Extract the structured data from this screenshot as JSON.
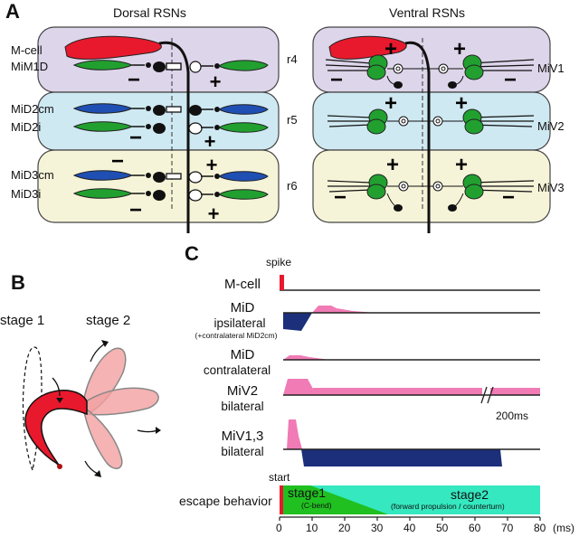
{
  "panel_a": {
    "letter": "A",
    "left_title": "Dorsal RSNs",
    "right_title": "Ventral RSNs",
    "left_labels": [
      [
        "M-cell",
        "MiM1D"
      ],
      [
        "MiD2cm",
        "MiD2i"
      ],
      [
        "MiD3cm",
        "MiD3i"
      ]
    ],
    "segments": [
      "r4",
      "r5",
      "r6"
    ],
    "ventral_labels": [
      "MiV1",
      "MiV2",
      "MiV3"
    ],
    "colors": {
      "r4": "#ddd5ea",
      "r5": "#cfe9f2",
      "r6": "#f6f4d8",
      "mcell": "#e8192c",
      "dorsal_blue": "#1f4fb3",
      "green": "#21a030"
    }
  },
  "panel_b": {
    "letter": "B",
    "stage1": "stage 1",
    "stage2": "stage 2"
  },
  "panel_c": {
    "letter": "C",
    "spike": "spike",
    "rows": [
      {
        "title": "M-cell",
        "sub": ""
      },
      {
        "title": "MiD",
        "sub": "ipsilateral",
        "note": "(+contralateral MiD2cm)"
      },
      {
        "title": "MiD",
        "sub": "contralateral"
      },
      {
        "title": "MiV2",
        "sub": "bilateral"
      },
      {
        "title": "MiV1,3",
        "sub": "bilateral"
      }
    ],
    "break_label": "200ms",
    "behavior_label": "escape behavior",
    "start": "start",
    "stage1": "stage1",
    "stage1_sub": "(C-bend)",
    "stage2": "stage2",
    "stage2_sub": "(forward propulsion / counterturn)",
    "ticks": [
      "0",
      "10",
      "20",
      "30",
      "40",
      "50",
      "60",
      "70",
      "80"
    ],
    "unit": "(ms)",
    "colors": {
      "excite": "#f07bb5",
      "inhibit": "#1b2f7a",
      "spike": "#e8192c",
      "stage1": "#20c020",
      "stage2": "#35e8c0"
    }
  }
}
